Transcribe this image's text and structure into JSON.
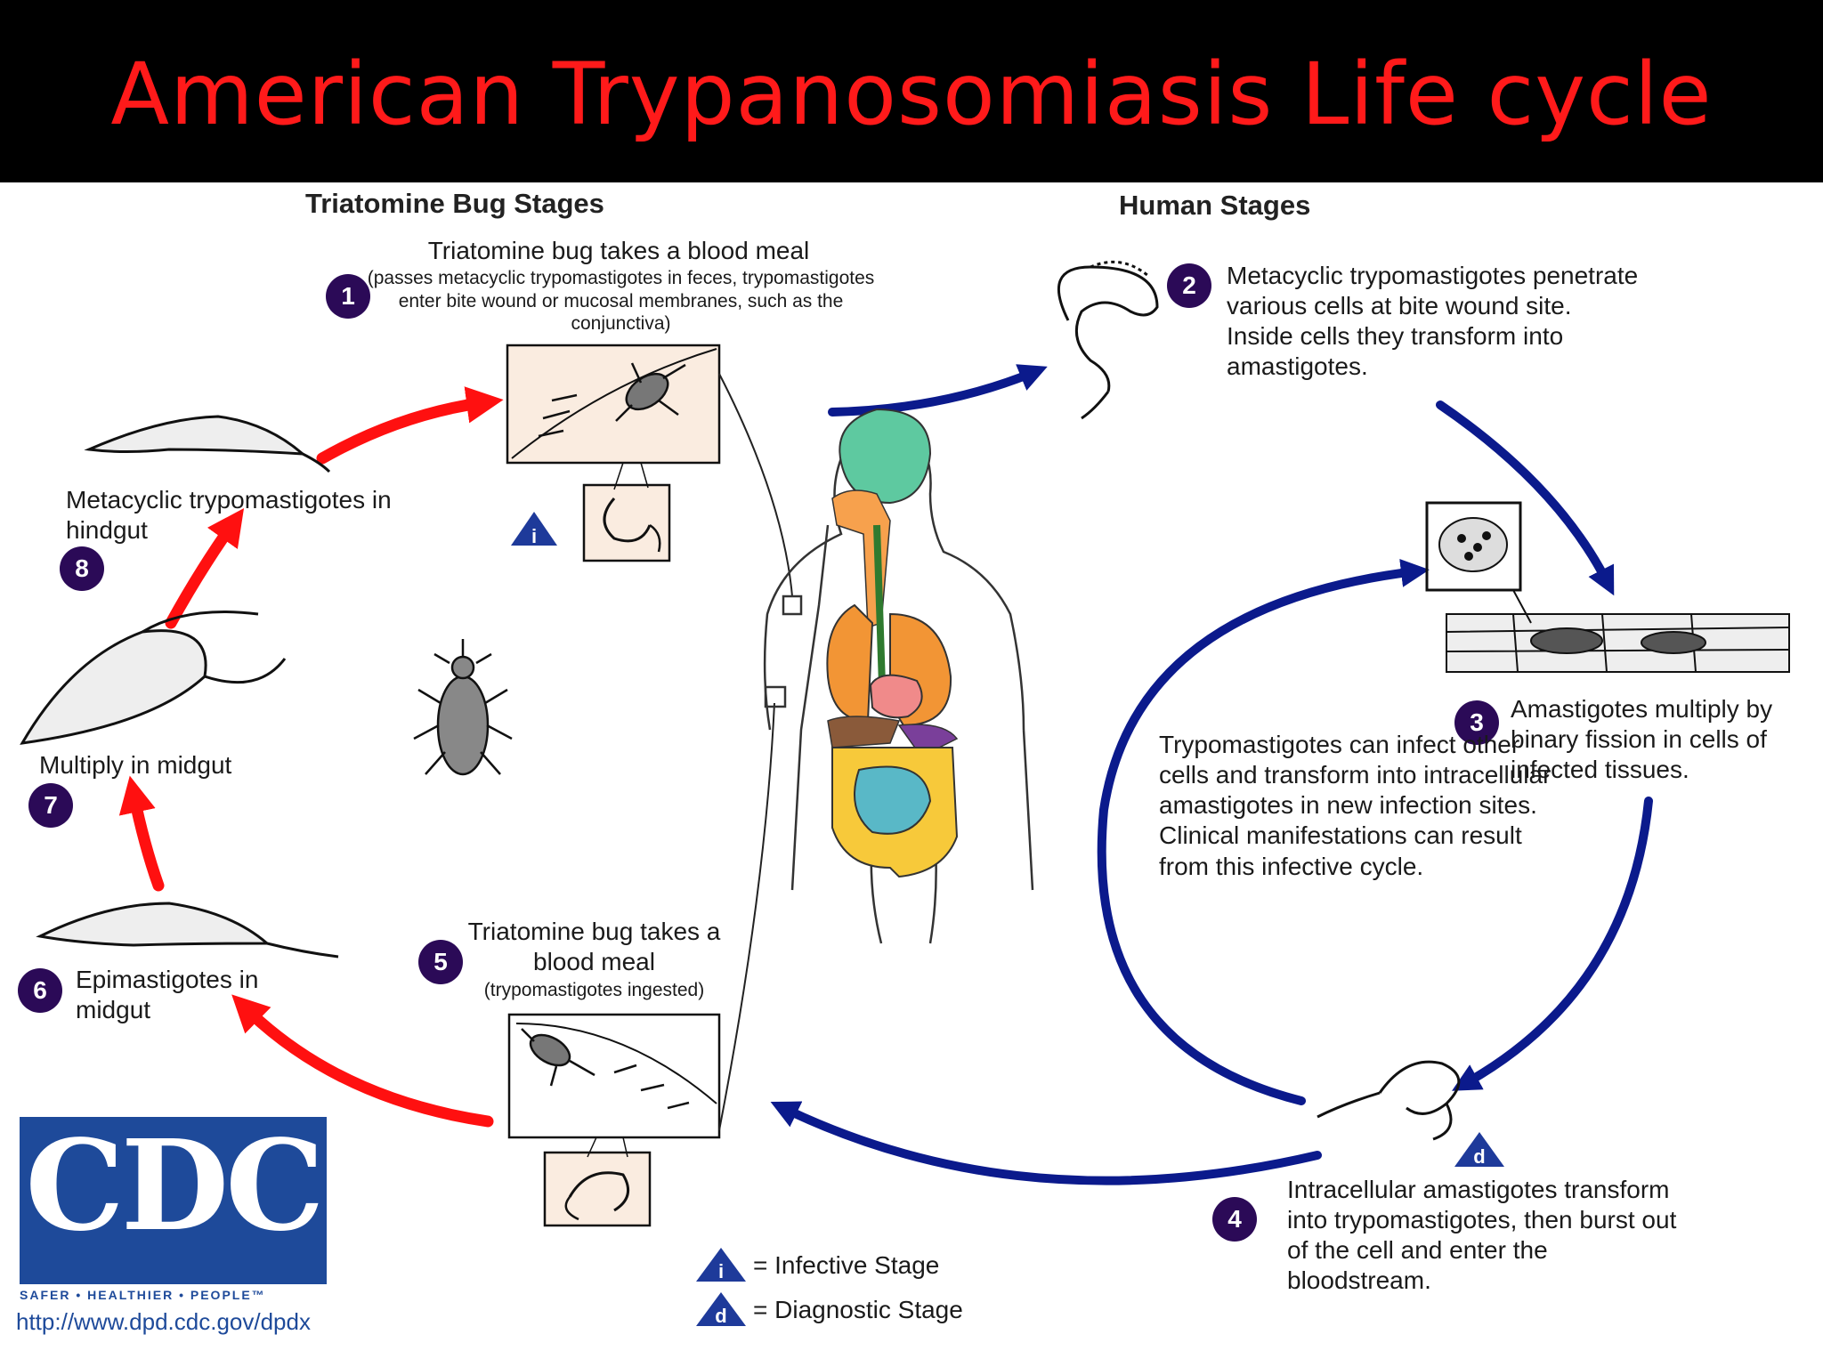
{
  "title": "American Trypanosomiasis Life cycle",
  "sections": {
    "bug_stages": "Triatomine Bug Stages",
    "human_stages": "Human Stages"
  },
  "steps": [
    {
      "num": "1",
      "line1": "Triatomine bug takes a blood meal",
      "detail": "(passes metacyclic trypomastigotes in feces, trypomastigotes enter bite wound or mucosal membranes, such as the conjunctiva)"
    },
    {
      "num": "2",
      "text": "Metacyclic trypomastigotes penetrate various cells at bite wound site.  Inside cells they transform into amastigotes."
    },
    {
      "num": "3",
      "text": "Amastigotes multiply by binary fission in cells of infected tissues."
    },
    {
      "num": "4",
      "text": "Intracellular amastigotes transform into trypomastigotes, then burst out of the cell and enter the bloodstream."
    },
    {
      "num": "5",
      "line1": "Triatomine bug takes a blood meal",
      "detail": "(trypomastigotes ingested)"
    },
    {
      "num": "6",
      "text": "Epimastigotes in midgut"
    },
    {
      "num": "7",
      "text": "Multiply in midgut"
    },
    {
      "num": "8",
      "text": "Metacyclic trypomastigotes in hindgut"
    }
  ],
  "cycle_note": "Trypomastigotes can infect other cells and transform into intracellular amastigotes in new infection sites. Clinical manifestations can result from this infective cycle.",
  "legend": {
    "infective_symbol": "i",
    "infective_label": "= Infective Stage",
    "diagnostic_symbol": "d",
    "diagnostic_label": "= Diagnostic Stage"
  },
  "logo": {
    "text": "CDC",
    "tagline": "SAFER • HEALTHIER • PEOPLE™",
    "url": "http://www.dpd.cdc.gov/dpdx"
  },
  "colors": {
    "title": "#ff1a1a",
    "bug_arrows": "#ff1010",
    "human_arrows": "#0b1a8c",
    "step_badge": "#2b0a57",
    "logo_blue": "#1e4a9a"
  }
}
